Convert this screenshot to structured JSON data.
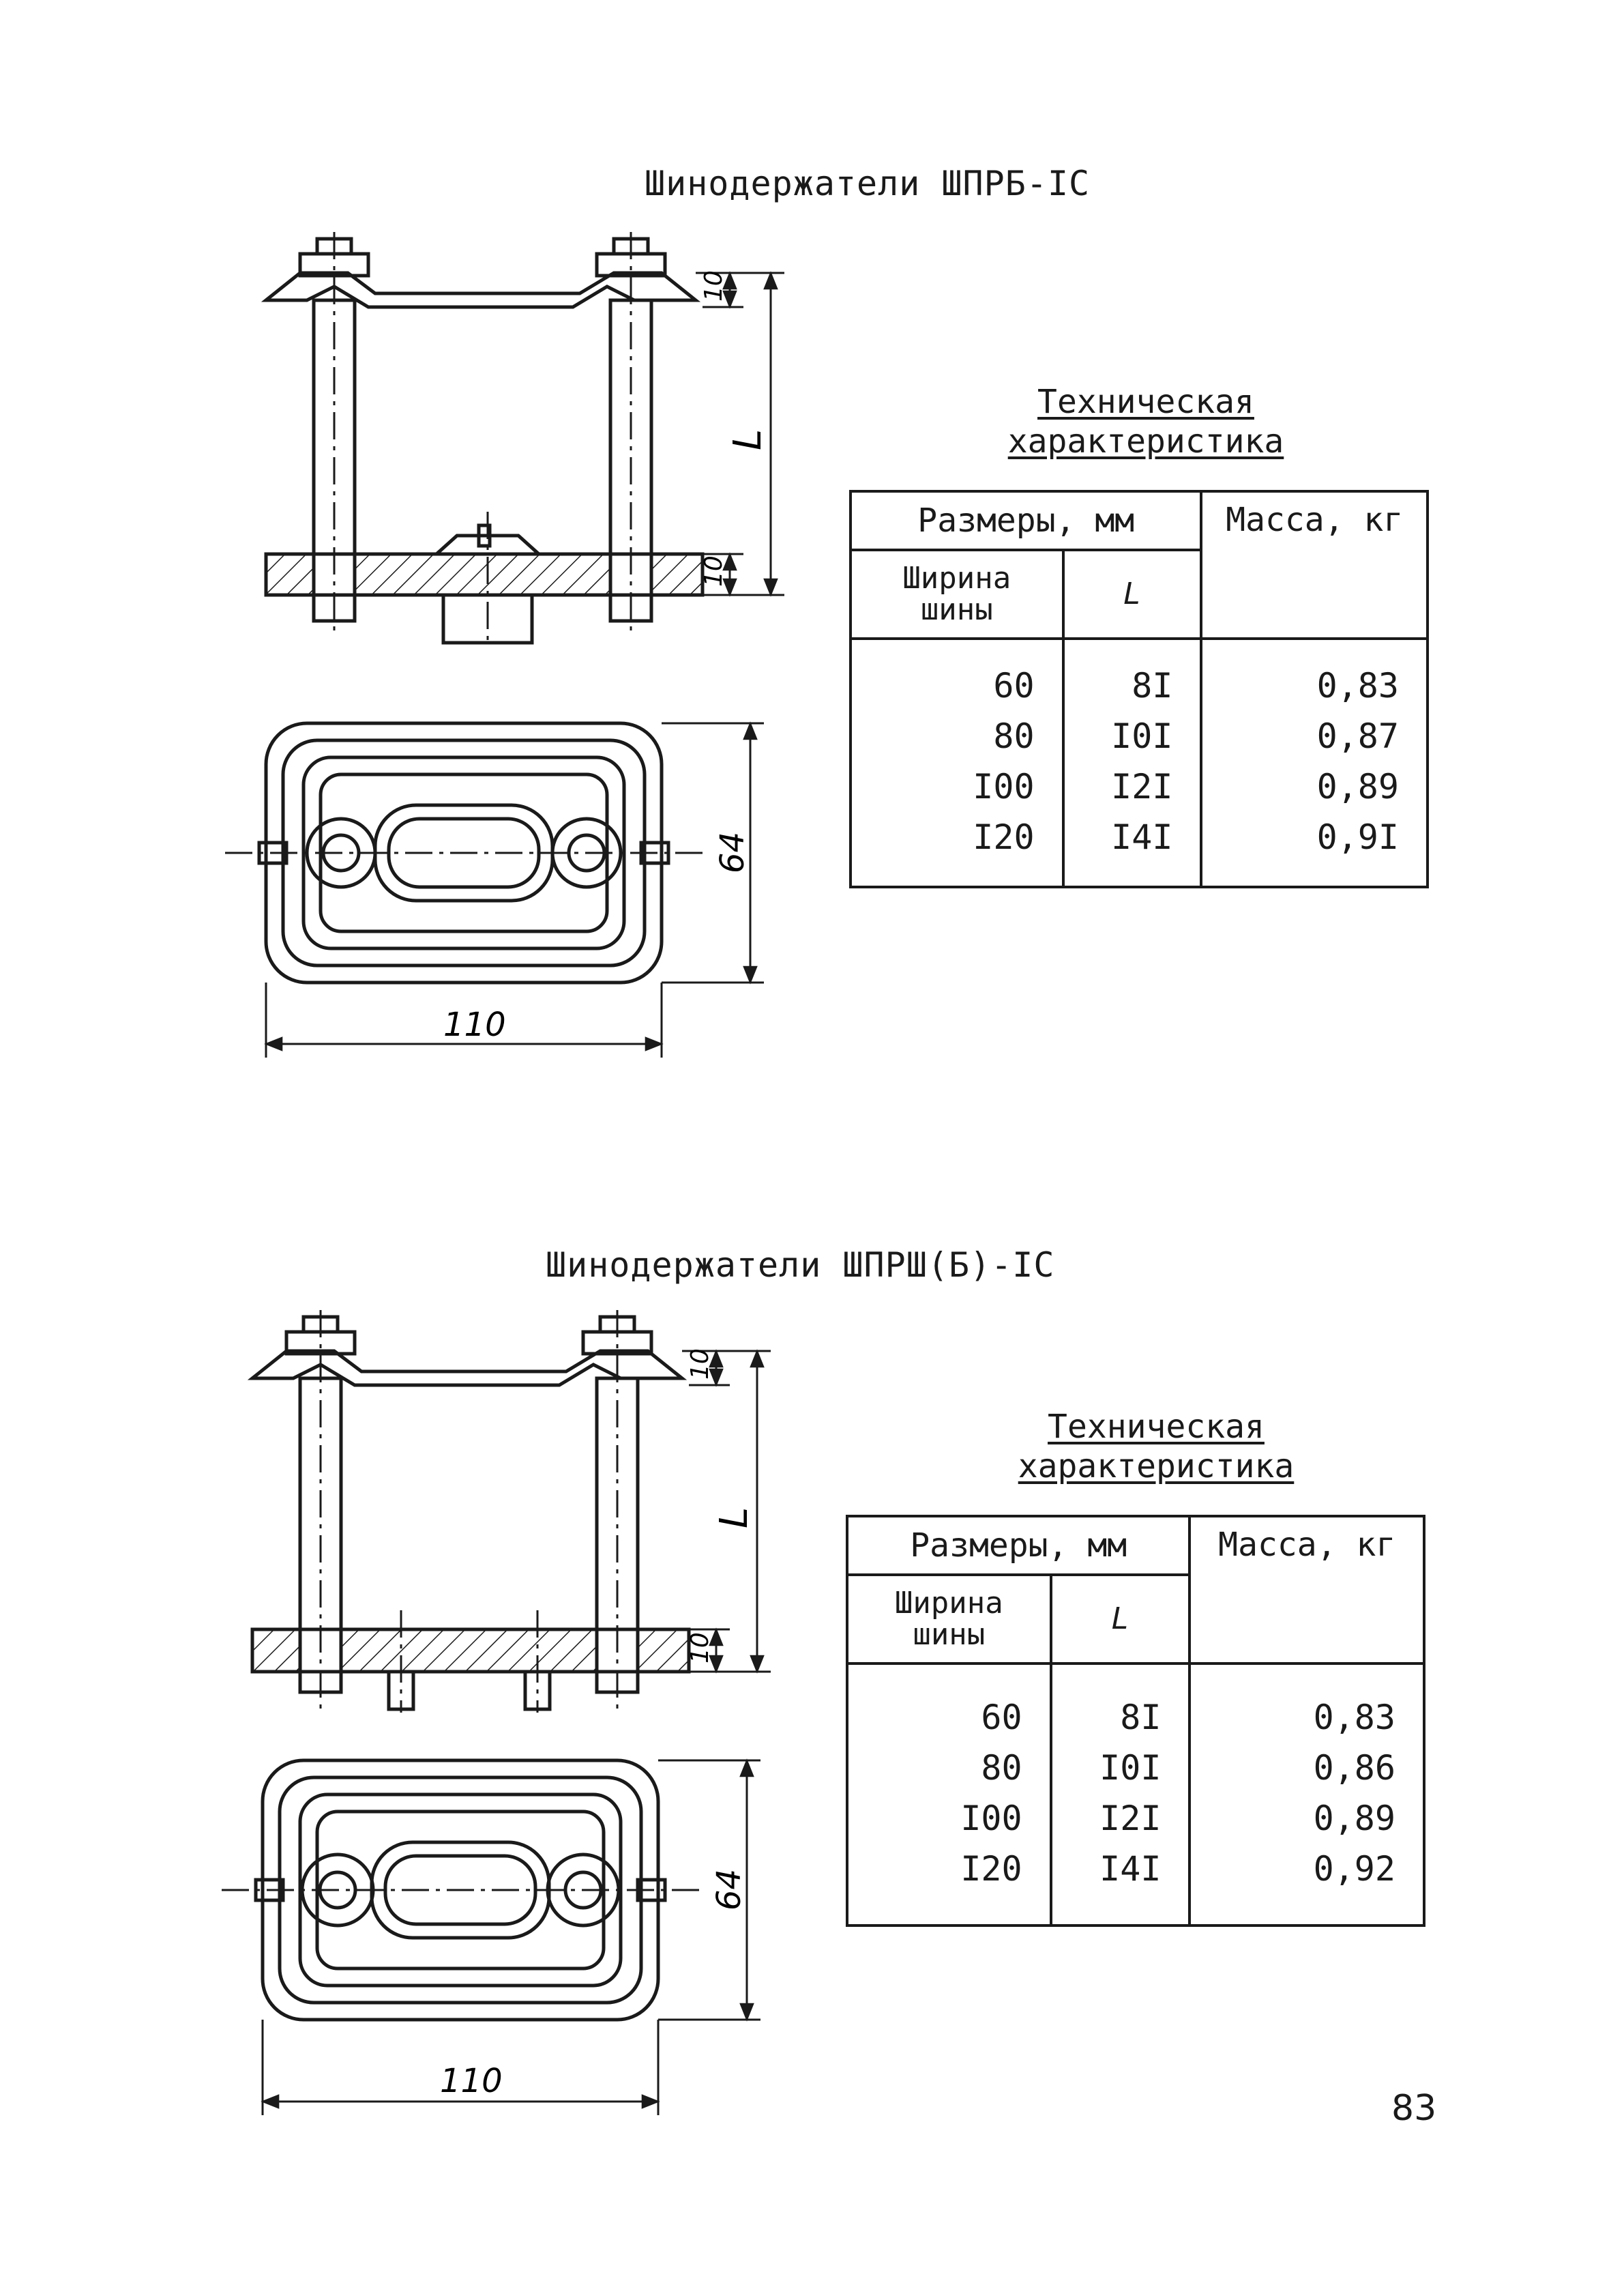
{
  "pageNumber": "83",
  "sections": [
    {
      "title": "Шинодержатели ШПРБ-IС",
      "spec": {
        "heading": [
          "Техническая",
          "характеристика"
        ],
        "sizes_header": "Размеры, мм",
        "mass_header": "Масса, кг",
        "width_header": [
          "Ширина",
          "шины"
        ],
        "l_header": "L",
        "widths": [
          "60",
          "80",
          "I00",
          "I20"
        ],
        "lengths": [
          "8I",
          "I0I",
          "I2I",
          "I4I"
        ],
        "masses": [
          "0,83",
          "0,87",
          "0,89",
          "0,9I"
        ]
      },
      "drawing": {
        "dim_top": "10",
        "dim_bottom": "10",
        "dim_l": "L",
        "dim_height": "64",
        "dim_width": "110"
      }
    },
    {
      "title": "Шинодержатели ШПРШ(Б)-IС",
      "spec": {
        "heading": [
          "Техническая",
          "характеристика"
        ],
        "sizes_header": "Размеры, мм",
        "mass_header": "Масса, кг",
        "width_header": [
          "Ширина",
          "шины"
        ],
        "l_header": "L",
        "widths": [
          "60",
          "80",
          "I00",
          "I20"
        ],
        "lengths": [
          "8I",
          "I0I",
          "I2I",
          "I4I"
        ],
        "masses": [
          "0,83",
          "0,86",
          "0,89",
          "0,92"
        ]
      },
      "drawing": {
        "dim_top": "10",
        "dim_bottom": "10",
        "dim_l": "L",
        "dim_height": "64",
        "dim_width": "110"
      }
    }
  ]
}
